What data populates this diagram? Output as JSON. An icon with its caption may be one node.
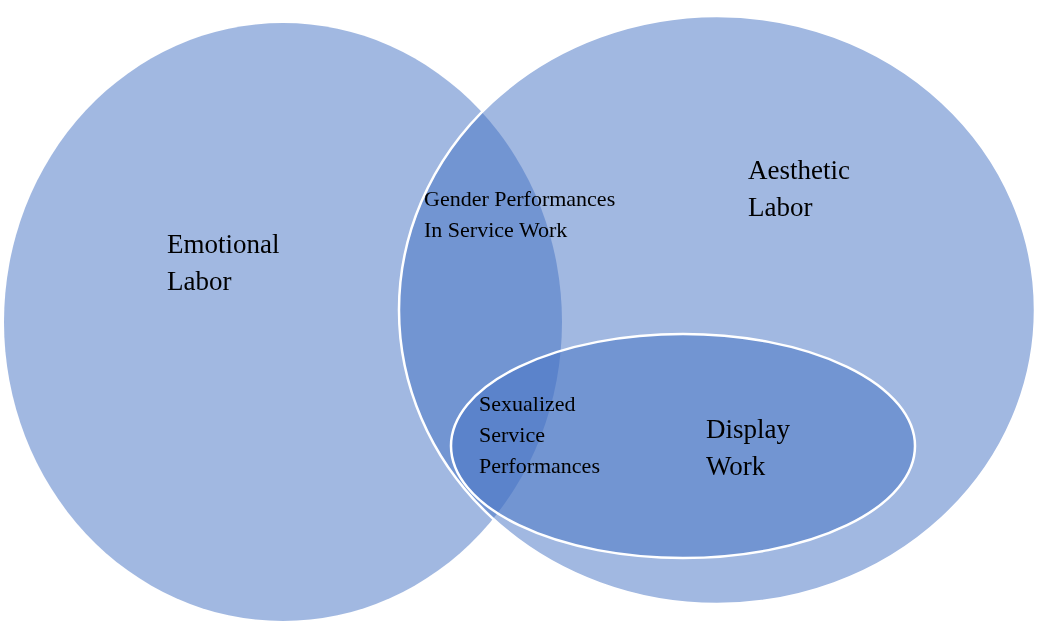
{
  "diagram": {
    "nodes": [
      {
        "text": [
          "Emotional Labor"
        ]
      },
      {
        "text": [
          "Aesthetic Labor"
        ]
      },
      {
        "text": [
          "Display Work"
        ],
        "in": 1
      }
    ],
    "labels": [
      "Gender Performances In Service Work",
      "Sexualized Service Performances"
    ]
  }
}
